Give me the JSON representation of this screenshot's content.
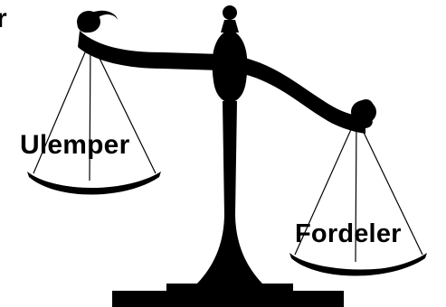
{
  "labels": {
    "corner_text": "r",
    "left_pan": "Ulemper",
    "right_pan": "Fordeler"
  },
  "colors": {
    "background": "#ffffff",
    "ink": "#000000"
  },
  "illustration": {
    "subject": "balance-scale",
    "tilt": "left-pan-higher"
  }
}
